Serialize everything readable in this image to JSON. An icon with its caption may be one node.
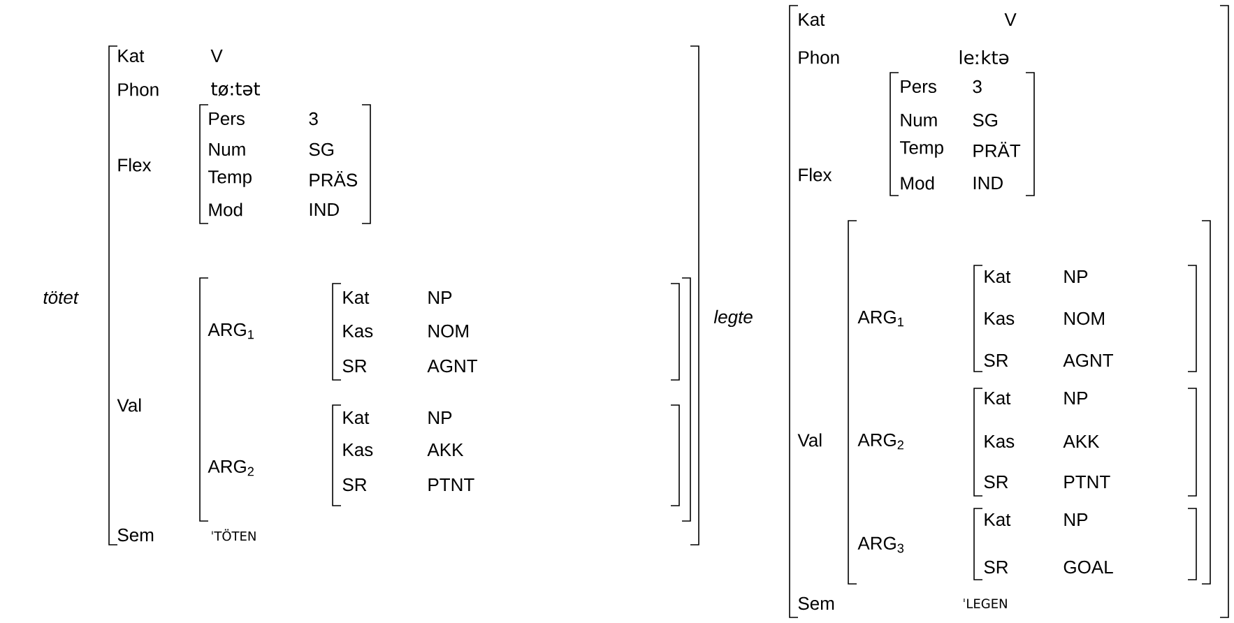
{
  "diagram": {
    "nodes": [
      {
        "text": [
          "Kat",
          "V",
          "Phon",
          "tø:tət",
          "Flex",
          "Val",
          "Sem",
          "ˈTÖTEN"
        ],
        "beside": [
          "tötet"
        ]
      },
      {
        "text": [
          "Pers",
          "3",
          "Num",
          "SG",
          "Temp",
          "PRÄS",
          "Mod",
          "IND"
        ],
        "in": 0
      },
      {
        "text": [
          "ARG$_{1}$",
          "ARG$_{2}$"
        ],
        "in": 0
      },
      {
        "text": [
          "Kat",
          "NP",
          "Kas",
          "NOM",
          "SR",
          "AGNT"
        ],
        "in": 2
      },
      {
        "text": [
          "Kat",
          "NP",
          "Kas",
          "AKK",
          "SR",
          "PTNT"
        ],
        "in": 2
      },
      {
        "text": [
          "Kat",
          "V",
          "Phon",
          "leːktə",
          "Flex",
          "Val",
          "Sem",
          "ˈLEGEN"
        ],
        "beside": [
          "legte"
        ]
      },
      {
        "text": [
          "Pers",
          "3",
          "Num",
          "SG",
          "Temp",
          "PRÄT",
          "Mod",
          "IND"
        ],
        "in": 5
      },
      {
        "text": [
          "ARG$_{1}$",
          "ARG$_{2}$",
          "ARG$_{3}$"
        ],
        "in": 5
      },
      {
        "text": [
          "Kat",
          "NP",
          "Kas",
          "NOM",
          "SR",
          "AGNT"
        ],
        "in": 7
      },
      {
        "text": [
          "Kat",
          "NP",
          "Kas",
          "AKK",
          "SR",
          "PTNT"
        ],
        "in": 7
      },
      {
        "text": [
          "Kat",
          "NP",
          "SR",
          "GOAL"
        ],
        "in": 7
      }
    ]
  }
}
